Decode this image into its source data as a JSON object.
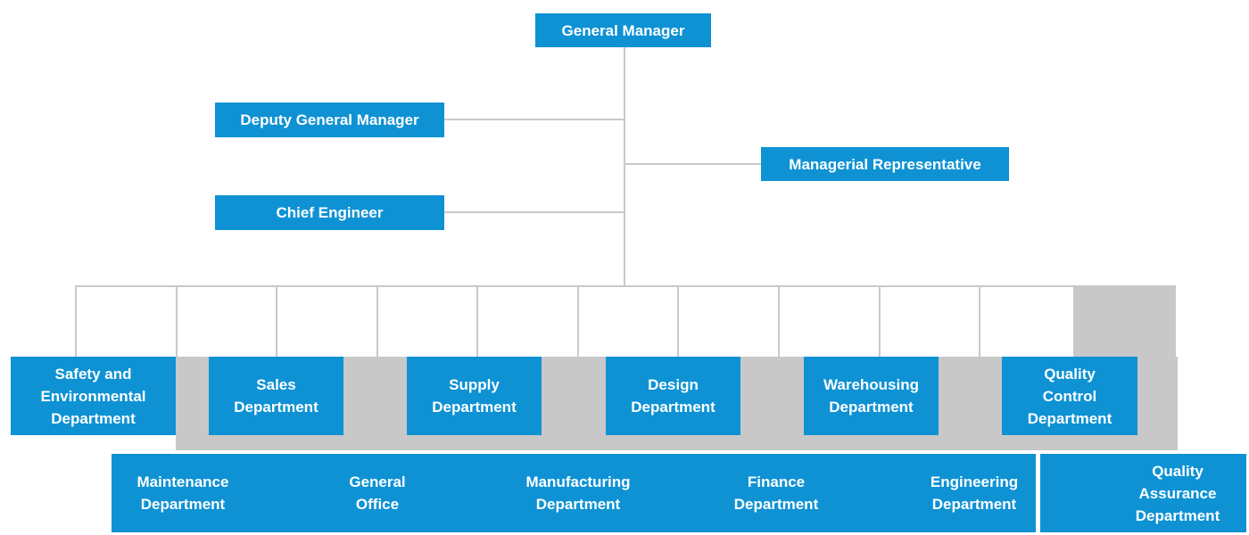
{
  "colors": {
    "box_blue": "#0e92d4",
    "band_gray": "#c8c8c8",
    "line_gray": "#c9c9c9",
    "text_white": "#ffffff"
  },
  "executives": {
    "general_manager": {
      "label": "General Manager"
    },
    "deputy_general_manager": {
      "label": "Deputy General Manager"
    },
    "managerial_representative": {
      "label": "Managerial Representative"
    },
    "chief_engineer": {
      "label": "Chief Engineer"
    }
  },
  "middle_departments": [
    {
      "id": "safety-environmental",
      "label": "Safety and\nEnvironmental\nDepartment"
    },
    {
      "id": "sales",
      "label": "Sales\nDepartment"
    },
    {
      "id": "supply",
      "label": "Supply\nDepartment"
    },
    {
      "id": "design",
      "label": "Design\nDepartment"
    },
    {
      "id": "warehousing",
      "label": "Warehousing\nDepartment"
    },
    {
      "id": "quality-control",
      "label": "Quality\nControl\nDepartment"
    }
  ],
  "bottom_departments": [
    {
      "id": "maintenance",
      "label": "Maintenance\nDepartment"
    },
    {
      "id": "general-office",
      "label": "General\nOffice"
    },
    {
      "id": "manufacturing",
      "label": "Manufacturing\nDepartment"
    },
    {
      "id": "finance",
      "label": "Finance\nDepartment"
    },
    {
      "id": "engineering",
      "label": "Engineering\nDepartment"
    },
    {
      "id": "quality-assurance",
      "label": "Quality\nAssurance\nDepartment"
    }
  ]
}
